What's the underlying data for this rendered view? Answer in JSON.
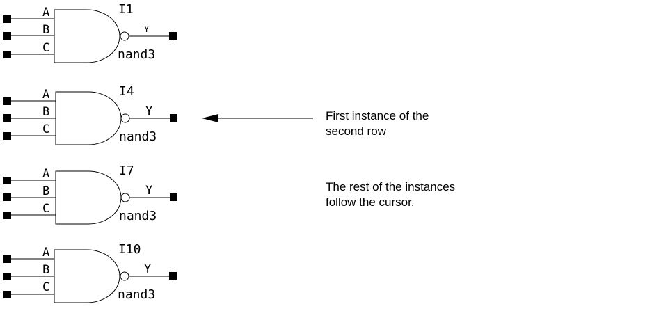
{
  "gates": [
    {
      "instance": "I1",
      "cell": "nand3",
      "inputs": [
        "A",
        "B",
        "C"
      ],
      "output": "Y"
    },
    {
      "instance": "I4",
      "cell": "nand3",
      "inputs": [
        "A",
        "B",
        "C"
      ],
      "output": "Y"
    },
    {
      "instance": "I7",
      "cell": "nand3",
      "inputs": [
        "A",
        "B",
        "C"
      ],
      "output": "Y"
    },
    {
      "instance": "I10",
      "cell": "nand3",
      "inputs": [
        "A",
        "B",
        "C"
      ],
      "output": "Y"
    }
  ],
  "annotations": {
    "first_instance_note": {
      "line1": "First instance of the",
      "line2": "second row"
    },
    "rest_note": {
      "line1": "The rest of the instances",
      "line2": "follow the cursor."
    }
  }
}
